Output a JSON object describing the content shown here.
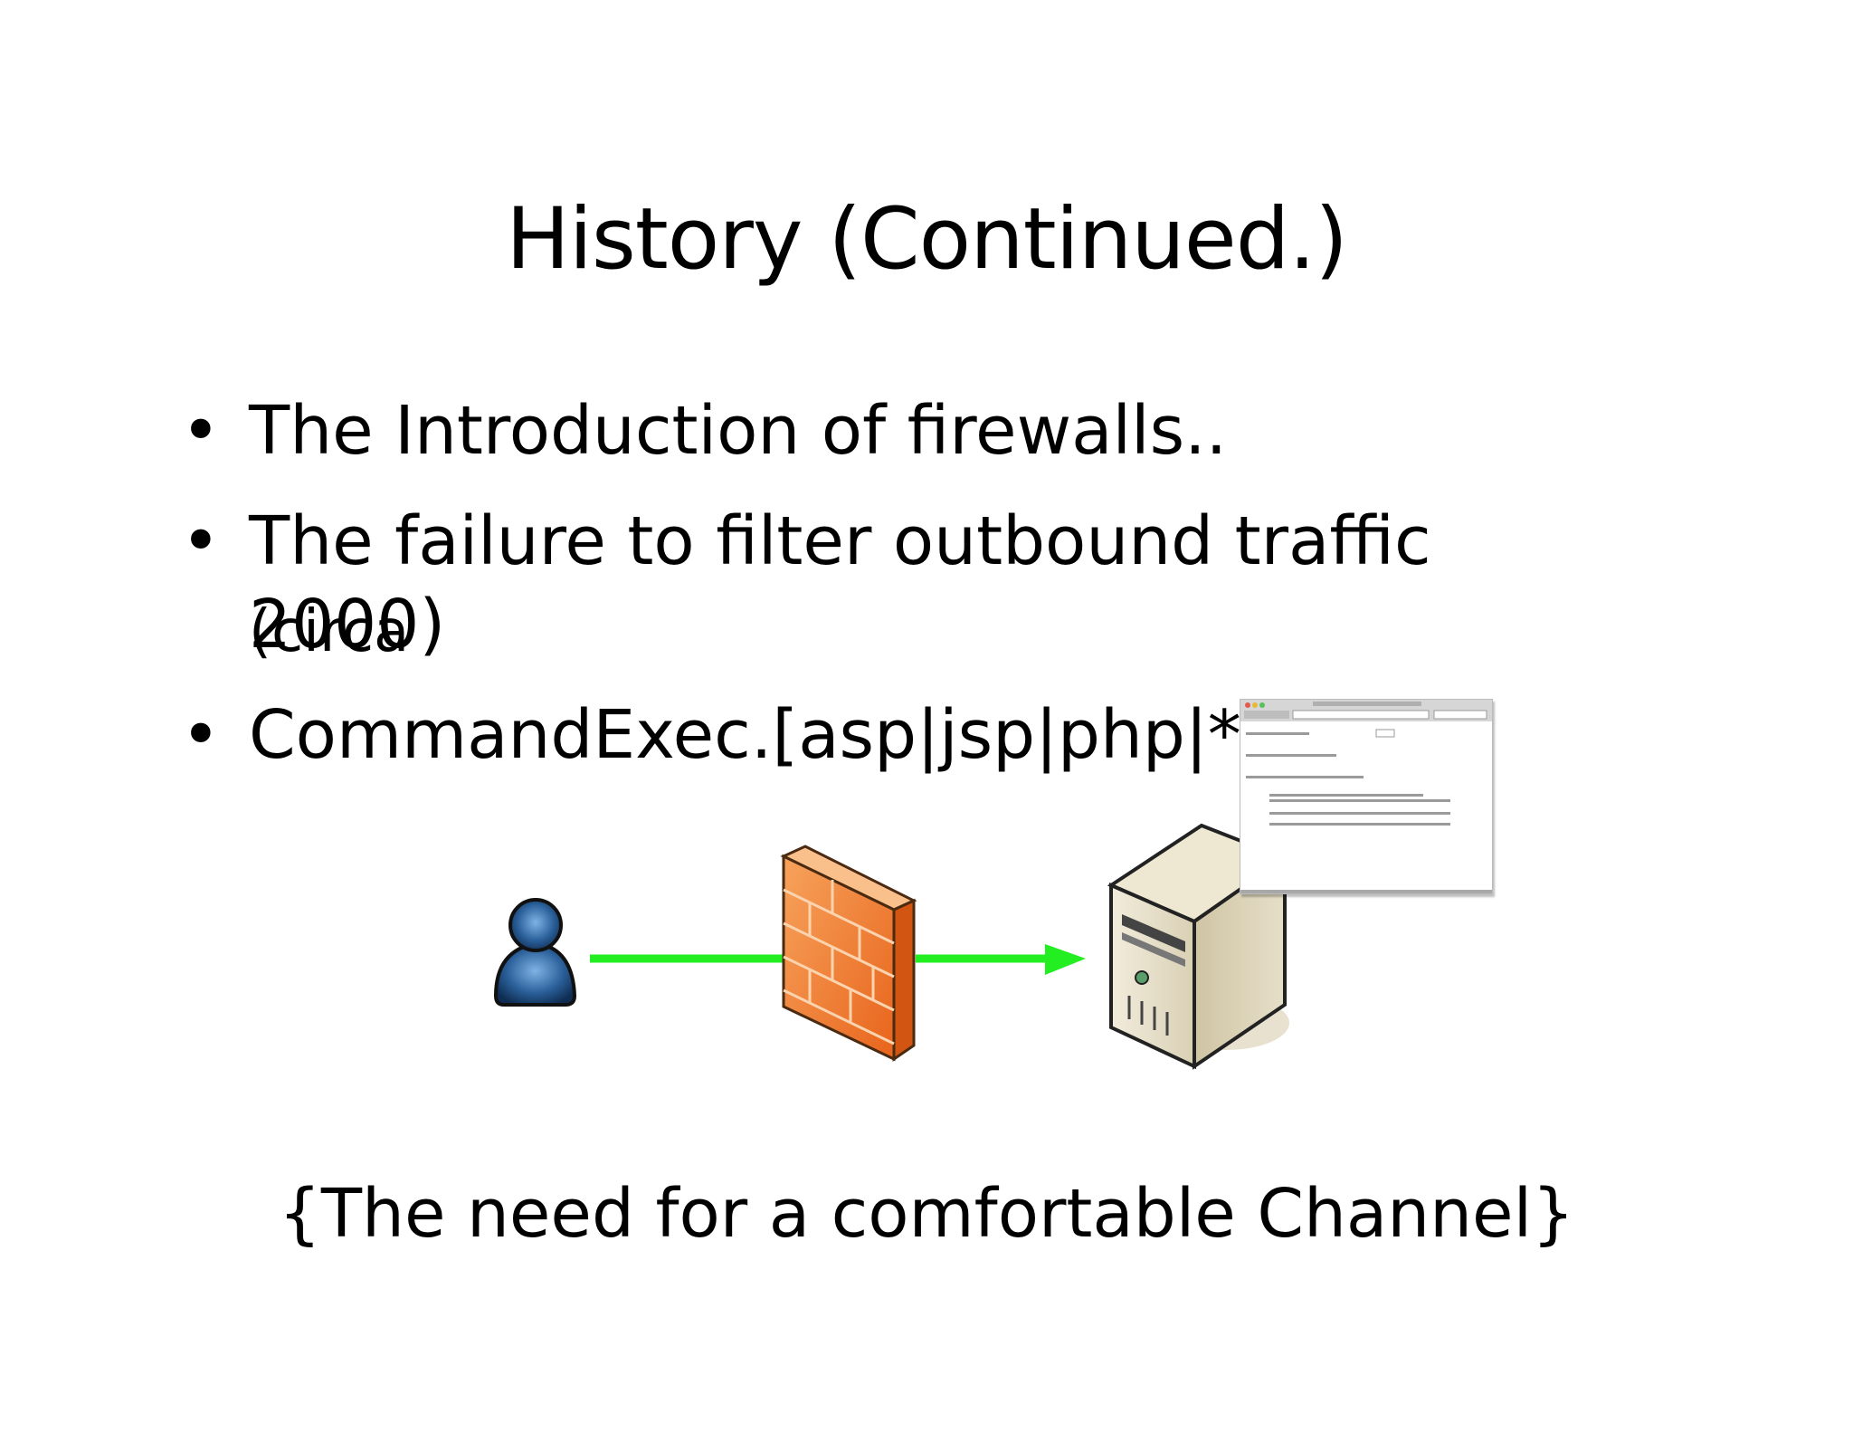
{
  "slide": {
    "title": "History (Continued.)",
    "bullets": [
      {
        "main": "The Introduction of firewalls..",
        "suffix": ""
      },
      {
        "main": "The failure to filter outbound traffic",
        "suffix": " (circa"
      },
      {
        "main": "2000)",
        "suffix": ""
      },
      {
        "main": "CommandExec.[asp|jsp|php|*]",
        "suffix": ""
      }
    ],
    "bullet_symbol": "•",
    "tagline": "{The need for a comfortable Channel}"
  },
  "diagram": {
    "icons": [
      "user-icon",
      "firewall-icon",
      "server-icon",
      "browser-screenshot-icon"
    ],
    "colors": {
      "arrow": "#22ee22",
      "firewall": "#f07a2a",
      "user": "#1f4d80",
      "server": "#d8cfb4"
    }
  }
}
